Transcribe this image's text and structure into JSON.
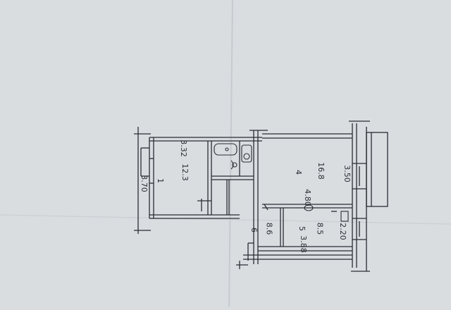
{
  "plan": {
    "rooms": [
      {
        "number": "1",
        "area": "12.3"
      },
      {
        "number": "4",
        "area": "16.8"
      },
      {
        "number": "5",
        "area": "8.5"
      },
      {
        "number": "6",
        "area": "8.6"
      }
    ],
    "dimensions": [
      "3.70",
      "3.32",
      "3.50",
      "4.80",
      "2.20",
      "3.88"
    ],
    "colors": {
      "paper": "#d9dde0",
      "ink": "#2a2d33",
      "fold": "#c9ced2"
    }
  }
}
